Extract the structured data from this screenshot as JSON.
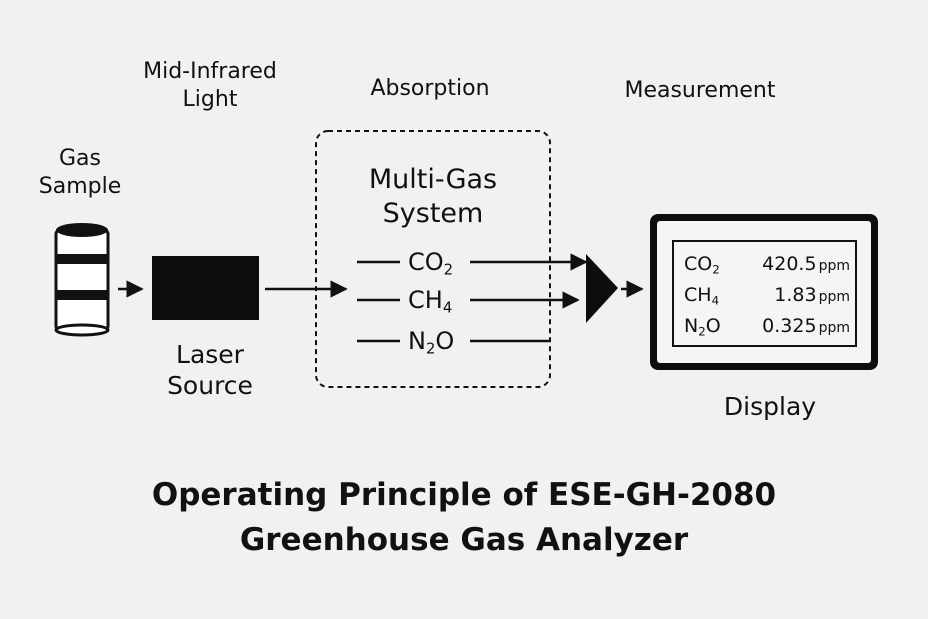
{
  "stage_labels": {
    "gas_sample": "Gas\nSample",
    "mid_infrared_light": "Mid-Infrared\nLight",
    "absorption": "Absorption",
    "measurement": "Measurement",
    "laser_source": "Laser\nSource",
    "display": "Display"
  },
  "multi_gas_system": {
    "title": "Multi-Gas\nSystem",
    "gases": [
      {
        "formula": "CO",
        "subscript": "2",
        "suffix": ""
      },
      {
        "formula": "CH",
        "subscript": "4",
        "suffix": ""
      },
      {
        "formula": "N",
        "subscript": "2",
        "suffix": "O"
      }
    ]
  },
  "display_readings": [
    {
      "gas": "CO",
      "subscript": "2",
      "suffix": "",
      "value": "420.5",
      "unit": "ppm"
    },
    {
      "gas": "CH",
      "subscript": "4",
      "suffix": "",
      "value": "1.83",
      "unit": "ppm"
    },
    {
      "gas": "N",
      "subscript": "2",
      "suffix": "O",
      "value": "0.325",
      "unit": "ppm"
    }
  ],
  "title": {
    "line1": "Operating Principle of ESE-GH-2080",
    "line2": "Greenhouse Gas Analyzer"
  }
}
